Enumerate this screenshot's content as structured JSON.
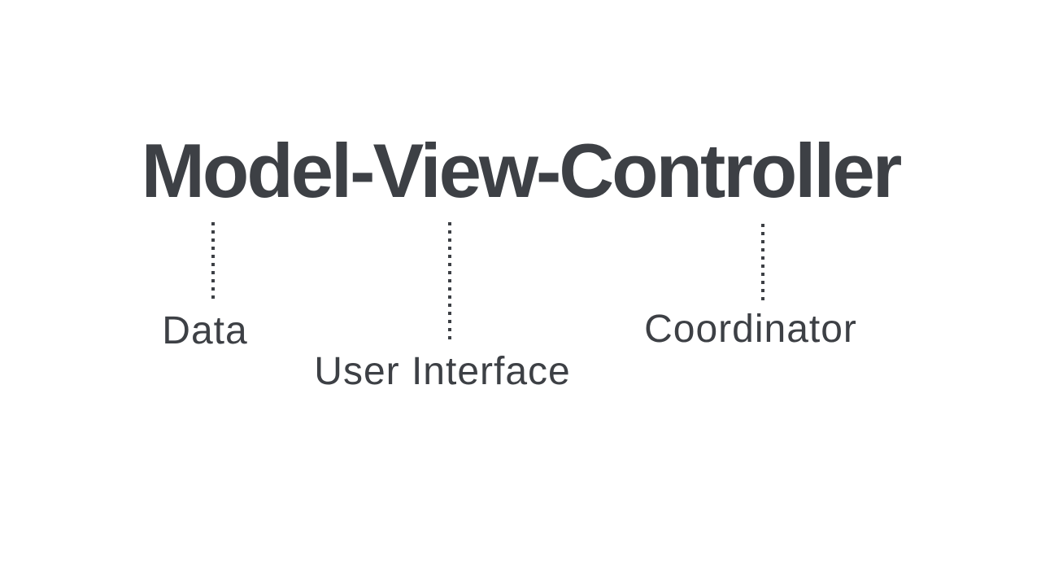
{
  "slide": {
    "background_color": "#ffffff",
    "text_color": "#3d4045",
    "title": "Model-View-Controller",
    "branches": [
      {
        "name": "model",
        "label": "Data"
      },
      {
        "name": "view",
        "label": "User Interface"
      },
      {
        "name": "controller",
        "label": "Coordinator"
      }
    ]
  }
}
